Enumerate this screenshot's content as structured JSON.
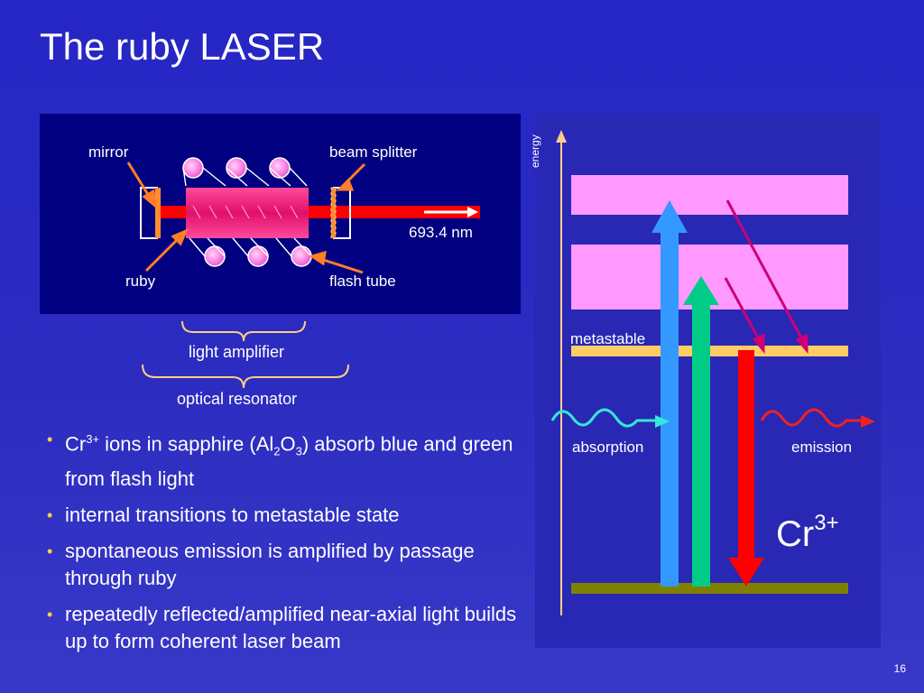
{
  "slide": {
    "title": "The ruby LASER",
    "page_number": "16"
  },
  "laser_diagram": {
    "labels": {
      "mirror": "mirror",
      "beam_splitter": "beam splitter",
      "ruby": "ruby",
      "flash_tube": "flash tube",
      "wavelength": "693.4 nm"
    },
    "braces": {
      "light_amplifier": "light amplifier",
      "optical_resonator": "optical resonator"
    }
  },
  "bullets": [
    {
      "pre": "Cr",
      "sup": "3+",
      "mid": " ions in sapphire (Al",
      "sub1": "2",
      "mid2": "O",
      "sub2": "3",
      "post": ") absorb blue and green from flash light"
    },
    {
      "text": "internal transitions to metastable state"
    },
    {
      "text": "spontaneous emission is amplified by passage through ruby"
    },
    {
      "text": "repeatedly reflected/amplified near-axial light builds up to form coherent laser beam"
    }
  ],
  "energy_diagram": {
    "axis_label": "energy",
    "metastable": "metastable",
    "absorption": "absorption",
    "emission": "emission",
    "ion": "Cr",
    "ion_charge": "3+"
  },
  "colors": {
    "background": "#2626c6",
    "panel": "#000080",
    "laser_red": "#ff0000",
    "ruby_pink": "#e8106a",
    "band_pink": "#ff99ff",
    "metastable_band": "#ffcc66",
    "ground_band": "#808000",
    "blue_arrow": "#3399ff",
    "green_arrow": "#00cc88",
    "orange_pointer": "#ff7f27",
    "absorption_wave": "#33e8d8",
    "emission_wave": "#ff3333"
  }
}
